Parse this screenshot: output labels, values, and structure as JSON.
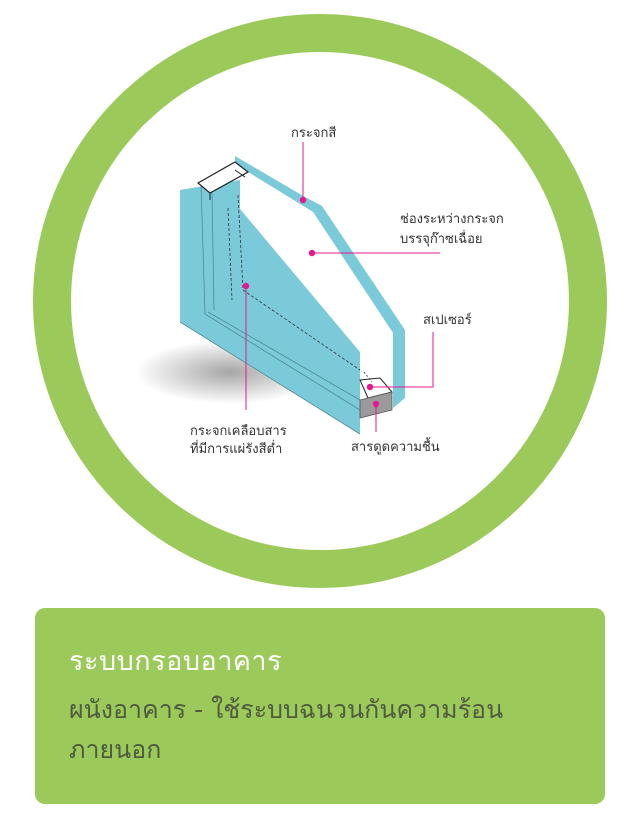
{
  "colors": {
    "ring": "#9bca5a",
    "glass": "#7bcad9",
    "leader": "#e6178f",
    "info_bg": "#9bca5a",
    "info_title": "#ffffff",
    "info_text": "#4f5a40"
  },
  "diagram": {
    "labels": {
      "tinted_glass": "กระจกสี",
      "air_gap_line1": "ช่องระหว่างกระจก",
      "air_gap_line2": "บรรจุก๊าซเฉื่อย",
      "spacer": "สเปเซอร์",
      "lowe_line1": "กระจกเคลือบสาร",
      "lowe_line2": "ที่มีการแผ่รังสีต่ำ",
      "desiccant": "สารดูดความชื้น"
    }
  },
  "info": {
    "title": "ระบบกรอบอาคาร",
    "description": "ผนังอาคาร - ใช้ระบบฉนวนกันความร้อนภายนอก"
  }
}
